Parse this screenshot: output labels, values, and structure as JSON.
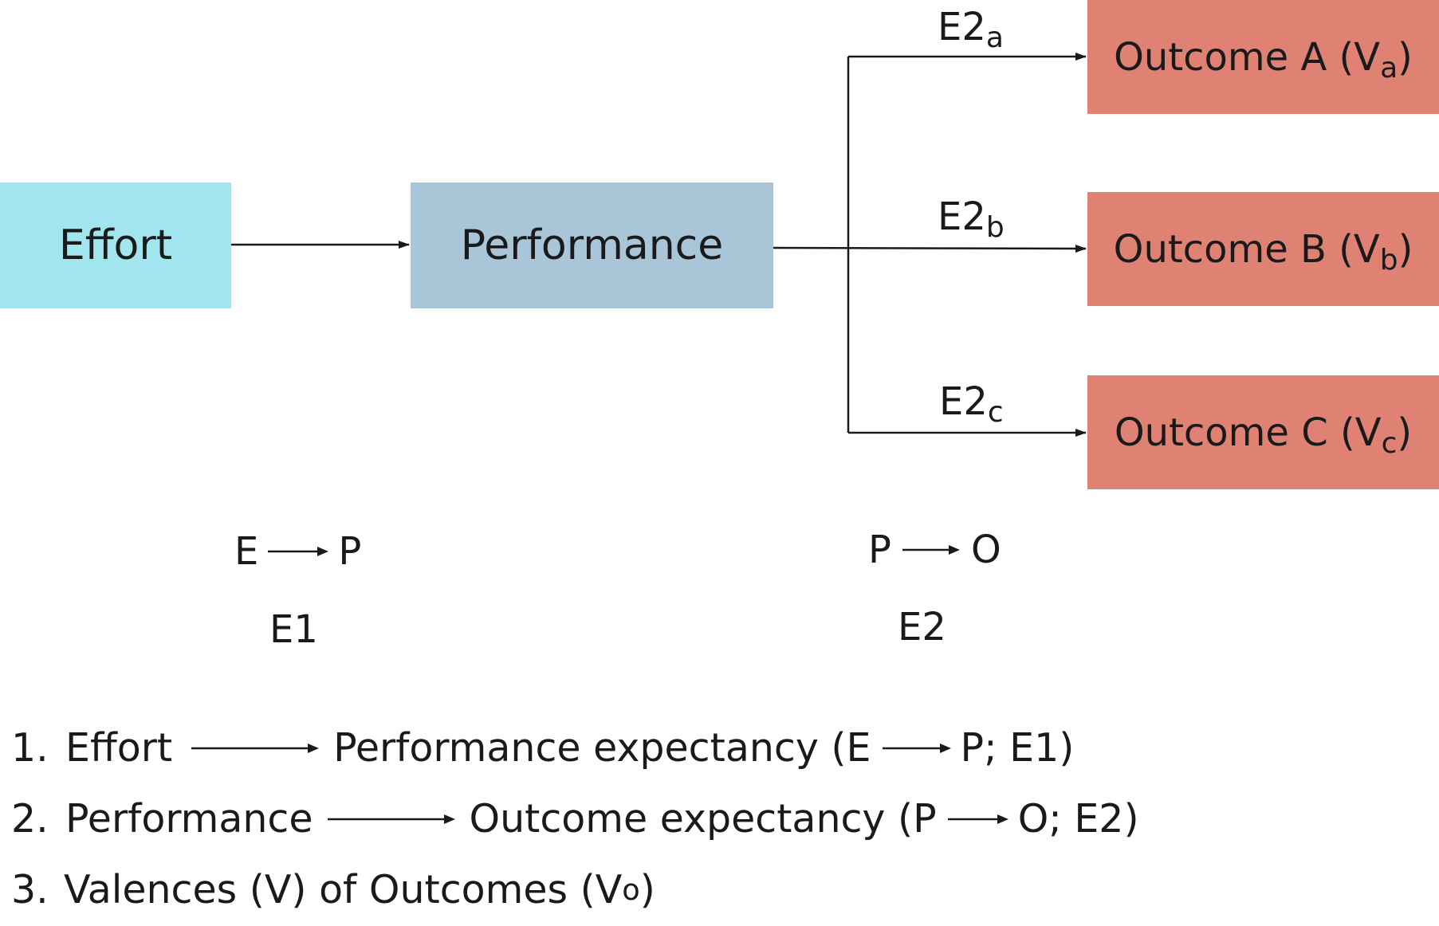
{
  "nodes": {
    "effort": "Effort",
    "performance": "Performance",
    "outcome_a": {
      "text": "Outcome A (V",
      "sub": "a",
      "close": ")"
    },
    "outcome_b": {
      "text": "Outcome B (V",
      "sub": "b",
      "close": ")"
    },
    "outcome_c": {
      "text": "Outcome C (V",
      "sub": "c",
      "close": ")"
    }
  },
  "branch_labels": {
    "a": {
      "base": "E2",
      "sub": "a"
    },
    "b": {
      "base": "E2",
      "sub": "b"
    },
    "c": {
      "base": "E2",
      "sub": "c"
    }
  },
  "relations": {
    "ep": {
      "left": "E",
      "right": "P",
      "label": "E1"
    },
    "po": {
      "left": "P",
      "right": "O",
      "label": "E2"
    }
  },
  "list": {
    "item1": {
      "num": "1.",
      "left": "Effort",
      "mid": "Performance expectancy (E",
      "end": "P; E1)"
    },
    "item2": {
      "num": "2.",
      "left": "Performance",
      "mid": "Outcome expectancy (P",
      "end": "O; E2)"
    },
    "item3": {
      "num": "3.",
      "text": "Valences (V) of Outcomes (V",
      "sub": "o",
      "close": ")"
    }
  },
  "colors": {
    "effort": "#a1e5ef",
    "performance": "#a8c6d8",
    "outcome": "#e08273",
    "line": "#1a1a1a"
  }
}
